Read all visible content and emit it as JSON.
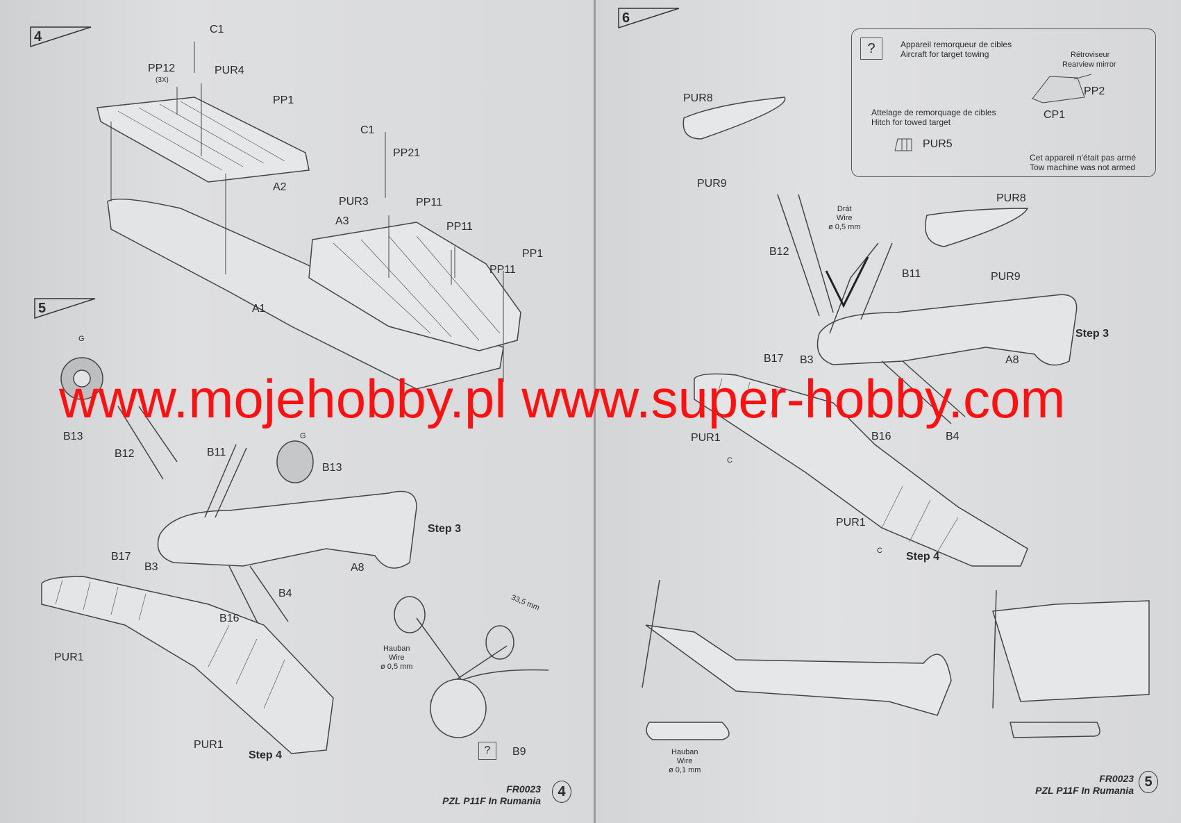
{
  "steps": {
    "step4_number": "4",
    "step5_number": "5",
    "step6_number": "6"
  },
  "left_page": {
    "step4_labels": [
      "C1",
      "PP12",
      "(3X)",
      "PUR4",
      "PP1",
      "A2",
      "C1",
      "PP21",
      "PUR3",
      "PP11",
      "A3",
      "PP11",
      "PP1",
      "PP11",
      "A1"
    ],
    "step5_labels": [
      "G",
      "B13",
      "B12",
      "B11",
      "G",
      "B13",
      "Step 3",
      "B17",
      "B3",
      "A8",
      "B4",
      "B16",
      "PUR1",
      "PUR1",
      "Step 4",
      "B9"
    ],
    "dimension": "33,5 mm",
    "wire_note": [
      "Hauban",
      "Wire",
      "ø 0,5 mm"
    ],
    "question_mark": "?",
    "footer": {
      "code": "FR0023",
      "title": "PZL P11F In Rumania",
      "page": "4"
    }
  },
  "right_page": {
    "note_box": {
      "question_mark": "?",
      "towing_fr": "Appareil remorqueur de cibles",
      "towing_en": "Aircraft for target towing",
      "mirror_fr": "Rétroviseur",
      "mirror_en": "Rearview mirror",
      "pp2": "PP2",
      "cp1": "CP1",
      "hitch_fr": "Attelage de remorquage de cibles",
      "hitch_en": "Hitch for towed target",
      "pur5": "PUR5",
      "unarmed_fr": "Cet appareil n'était pas armé",
      "unarmed_en": "Tow machine was not armed"
    },
    "labels": [
      "PUR8",
      "PUR9",
      "B12",
      "B11",
      "PUR8",
      "PUR9",
      "Step 3",
      "B17",
      "B3",
      "A8",
      "B16",
      "B4",
      "PUR1",
      "C",
      "PUR1",
      "C",
      "Step 4"
    ],
    "wire_top": [
      "Drát",
      "Wire",
      "ø 0,5 mm"
    ],
    "wire_bottom": [
      "Hauban",
      "Wire",
      "ø 0,1 mm"
    ],
    "footer": {
      "code": "FR0023",
      "title": "PZL P11F In Rumania",
      "page": "5"
    }
  },
  "watermark": "www.mojehobby.pl www.super-hobby.com",
  "colors": {
    "watermark": "#ff1010",
    "paper": "#dcdde0",
    "ink": "#2b2b2b"
  }
}
